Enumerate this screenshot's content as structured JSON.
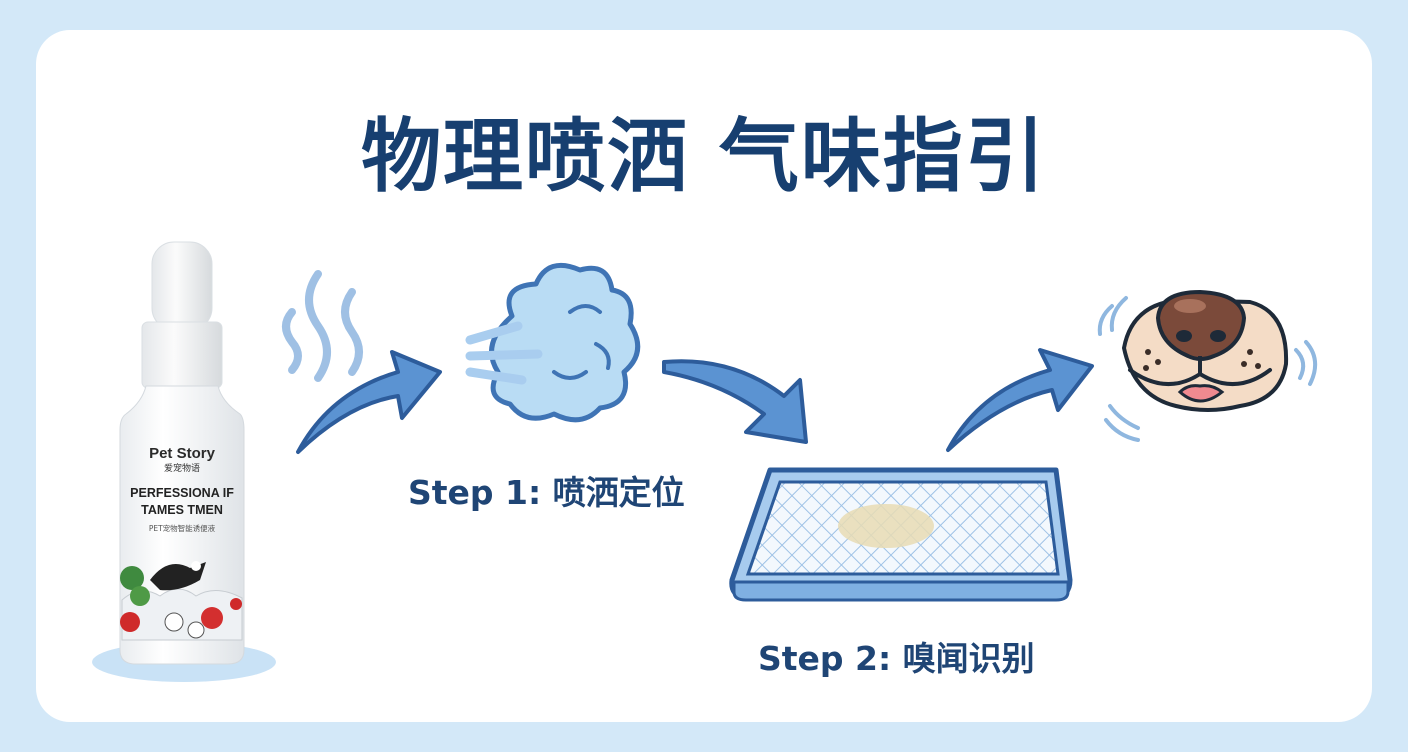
{
  "title": "物理喷洒 气味指引",
  "steps": [
    {
      "label": "Step 1: 喷洒定位"
    },
    {
      "label": "Step 2: 嗅闻识别"
    }
  ],
  "bottle": {
    "brand": "Pet Story",
    "brand_cn": "爱宠物语",
    "line1": "PERFESSIONA IF",
    "line2": "TAMES TMEN",
    "line3": "PET宠物智能诱便液"
  },
  "icons": [
    "spray-bottle",
    "smell-waves-icon",
    "curved-arrow-icon",
    "spray-cloud-icon",
    "pee-pad-icon",
    "dog-nose-icon"
  ],
  "colors": {
    "background": "#d3e8f8",
    "card": "#ffffff",
    "title": "#173f70",
    "arrow": "#5b93d2",
    "outline": "#2d5c9b",
    "cloud": "#b9dcf4"
  }
}
